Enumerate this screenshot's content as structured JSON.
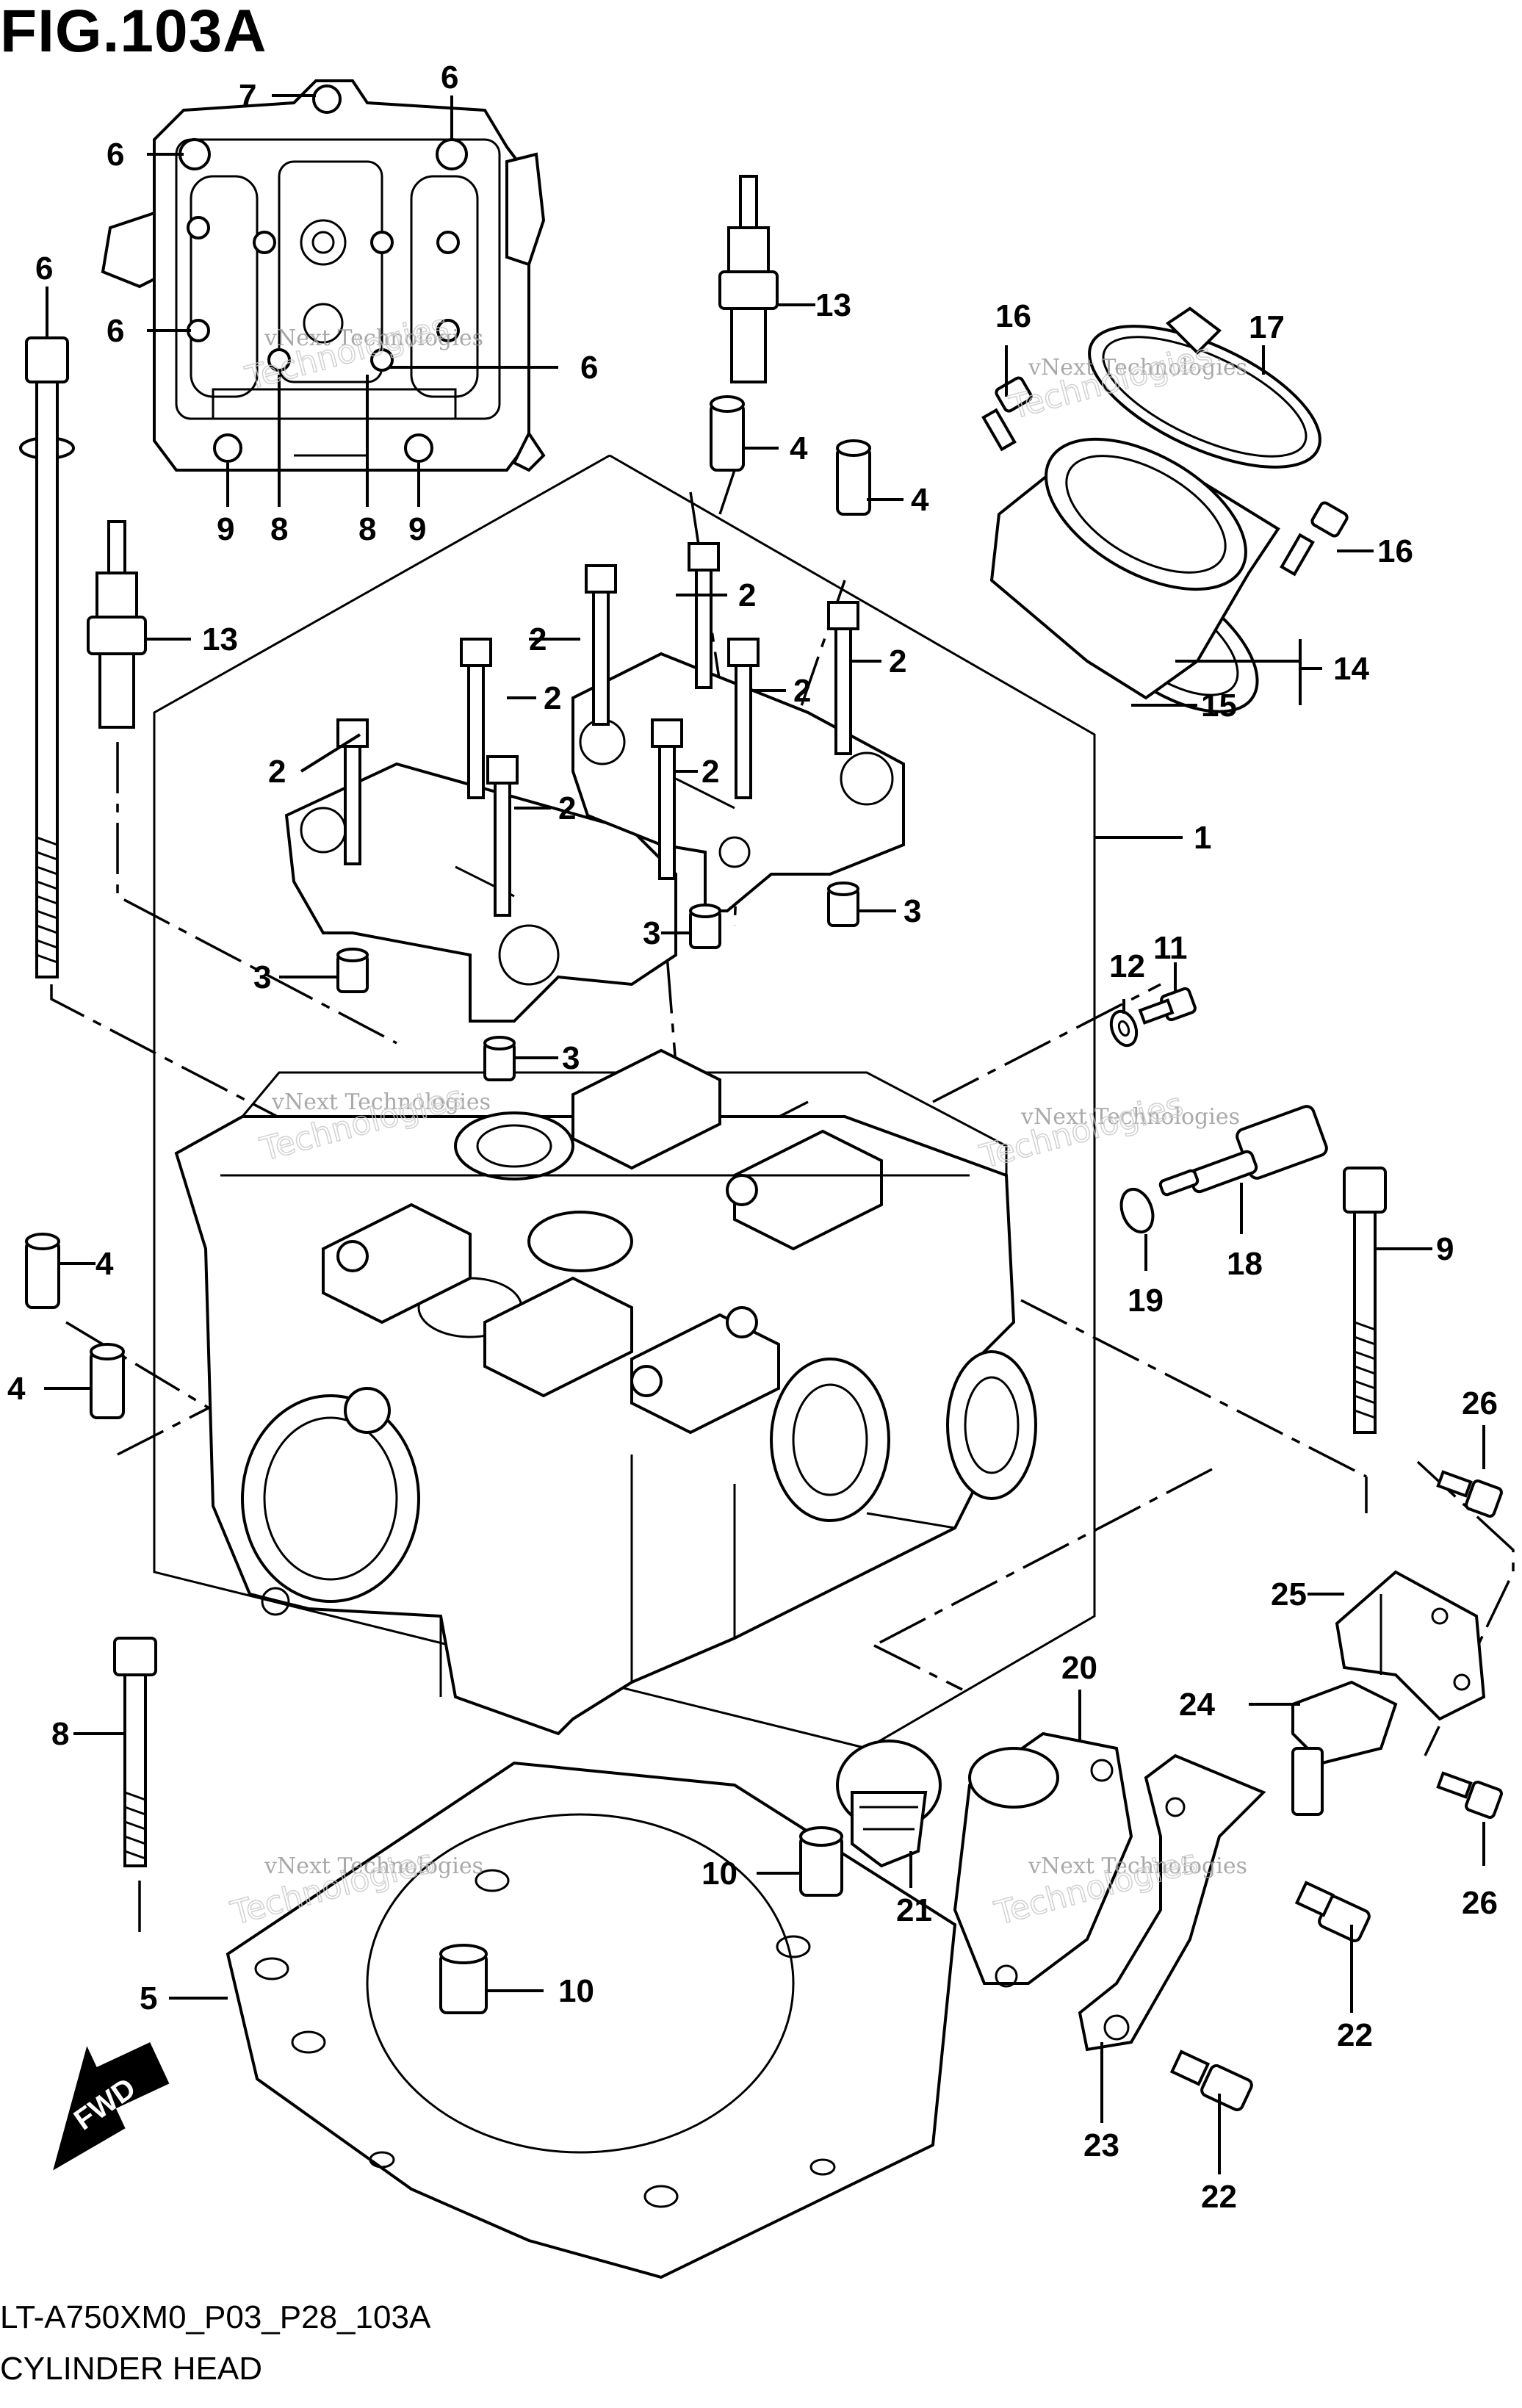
{
  "figure": {
    "title": "FIG.103A",
    "drawing_code": "LT-A750XM0_P03_P28_103A",
    "caption": "CYLINDER HEAD"
  },
  "watermark": {
    "line1": "vNext Technologies",
    "line2": "Technologies"
  },
  "direction_arrow": {
    "label": "FWD"
  },
  "callouts": {
    "c1": "1",
    "c2": "2",
    "c3": "3",
    "c4": "4",
    "c5": "5",
    "c6": "6",
    "c7": "7",
    "c8": "8",
    "c9": "9",
    "c10": "10",
    "c11": "11",
    "c12": "12",
    "c13": "13",
    "c14": "14",
    "c15": "15",
    "c16": "16",
    "c17": "17",
    "c18": "18",
    "c19": "19",
    "c20": "20",
    "c21": "21",
    "c22": "22",
    "c23": "23",
    "c24": "24",
    "c25": "25",
    "c26": "26"
  }
}
